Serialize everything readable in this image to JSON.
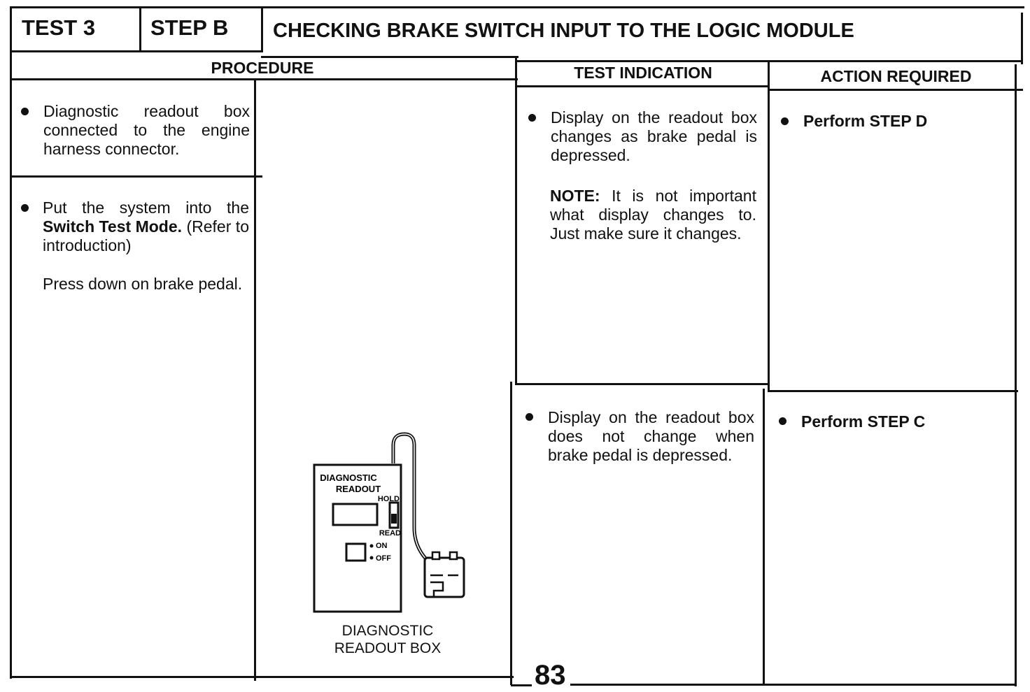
{
  "header": {
    "test": "TEST 3",
    "step": "STEP B",
    "title": "CHECKING BRAKE SWITCH INPUT TO THE LOGIC MODULE"
  },
  "columns": {
    "procedure": "PROCEDURE",
    "test_indication": "TEST INDICATION",
    "action_required": "ACTION REQUIRED"
  },
  "procedure": {
    "item1": "Diagnostic readout box connected to the engine harness connector.",
    "item2_pre": "Put the system into the ",
    "item2_bold": "Switch Test Mode.",
    "item2_post": " (Refer to introduction)",
    "item2_press": "Press down on brake pedal."
  },
  "indication": {
    "row1": "Display on the readout box changes as brake pedal is depressed.",
    "note_label": "NOTE:",
    "note_text": " It is not important what display changes to. Just make sure it changes.",
    "row2": "Display on the readout box does not change when brake pedal is depressed."
  },
  "action": {
    "row1": "Perform STEP D",
    "row2": "Perform STEP C"
  },
  "figure": {
    "device_title_1": "DIAGNOSTIC",
    "device_title_2": "READOUT",
    "hold": "HOLD",
    "read": "READ",
    "on": "ON",
    "off": "OFF",
    "caption_1": "DIAGNOSTIC",
    "caption_2": "READOUT BOX"
  },
  "page_number": "83"
}
